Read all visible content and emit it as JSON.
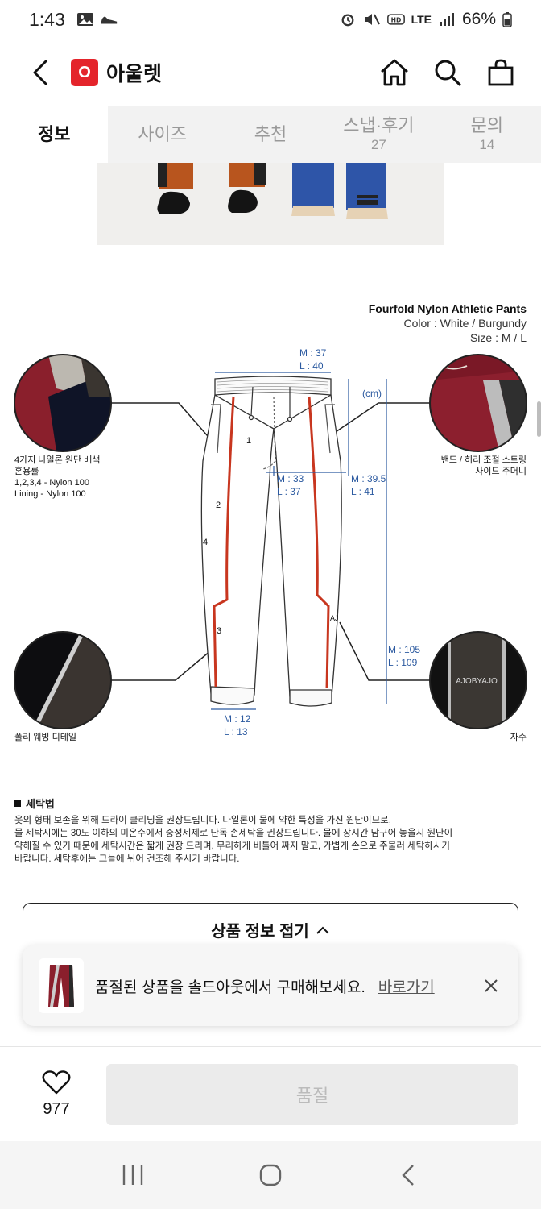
{
  "status_bar": {
    "time": "1:43",
    "network": "LTE",
    "battery": "66%"
  },
  "header": {
    "logo_letter": "O",
    "logo_text": "아울렛",
    "brand_color": "#e4242b"
  },
  "tabs": [
    {
      "label": "정보",
      "count": ""
    },
    {
      "label": "사이즈",
      "count": ""
    },
    {
      "label": "추천",
      "count": ""
    },
    {
      "label": "스냅·후기",
      "count": "27"
    },
    {
      "label": "문의",
      "count": "14"
    }
  ],
  "product": {
    "name": "Fourfold Nylon Athletic Pants",
    "color_line": "Color : White / Burgundy",
    "size_line": "Size : M / L"
  },
  "diagram": {
    "waist": [
      "M : 37",
      "L : 40"
    ],
    "unit": "(cm)",
    "thigh": [
      "M : 33",
      "L : 37"
    ],
    "rise": [
      "M : 39.5",
      "L : 41"
    ],
    "length": [
      "M : 105",
      "L : 109"
    ],
    "hem": [
      "M : 12",
      "L : 13"
    ],
    "panel_nums": [
      "1",
      "2",
      "3",
      "4"
    ],
    "hem_tag": "AJ",
    "callout_fabric": [
      "4가지 나일론 원단 배색",
      "혼용률",
      "1,2,3,4 - Nylon 100",
      "Lining - Nylon 100"
    ],
    "callout_band": [
      "밴드 / 허리 조절 스트링",
      "사이드 주머니"
    ],
    "callout_webbing": "폴리 웨빙 디테일",
    "callout_embroidery": "자수",
    "embroidery_text": "AJOBYAJO"
  },
  "wash": {
    "title": "세탁법",
    "lines": [
      "옷의 형태 보존을 위해 드라이 클리닝을 권장드립니다. 나일론이 물에 약한 특성을 가진 원단이므로,",
      "물 세탁시에는 30도 이하의 미온수에서 중성세제로 단독 손세탁을 권장드립니다. 물에 장시간 담구어 놓을시 원단이",
      "약해질 수 있기 때문에 세탁시간은 짧게 권장 드리며, 무리하게 비틀어 짜지 말고, 가볍게 손으로 주물러 세탁하시기",
      "바랍니다. 세탁후에는 그늘에 뉘어 건조해 주시기 바랍니다."
    ]
  },
  "fold_button": {
    "label": "상품 정보 접기"
  },
  "toast": {
    "message": "품절된 상품을 솔드아웃에서 구매해보세요.",
    "link": "바로가기"
  },
  "bottom": {
    "like_count": "977",
    "soldout_label": "품절"
  }
}
